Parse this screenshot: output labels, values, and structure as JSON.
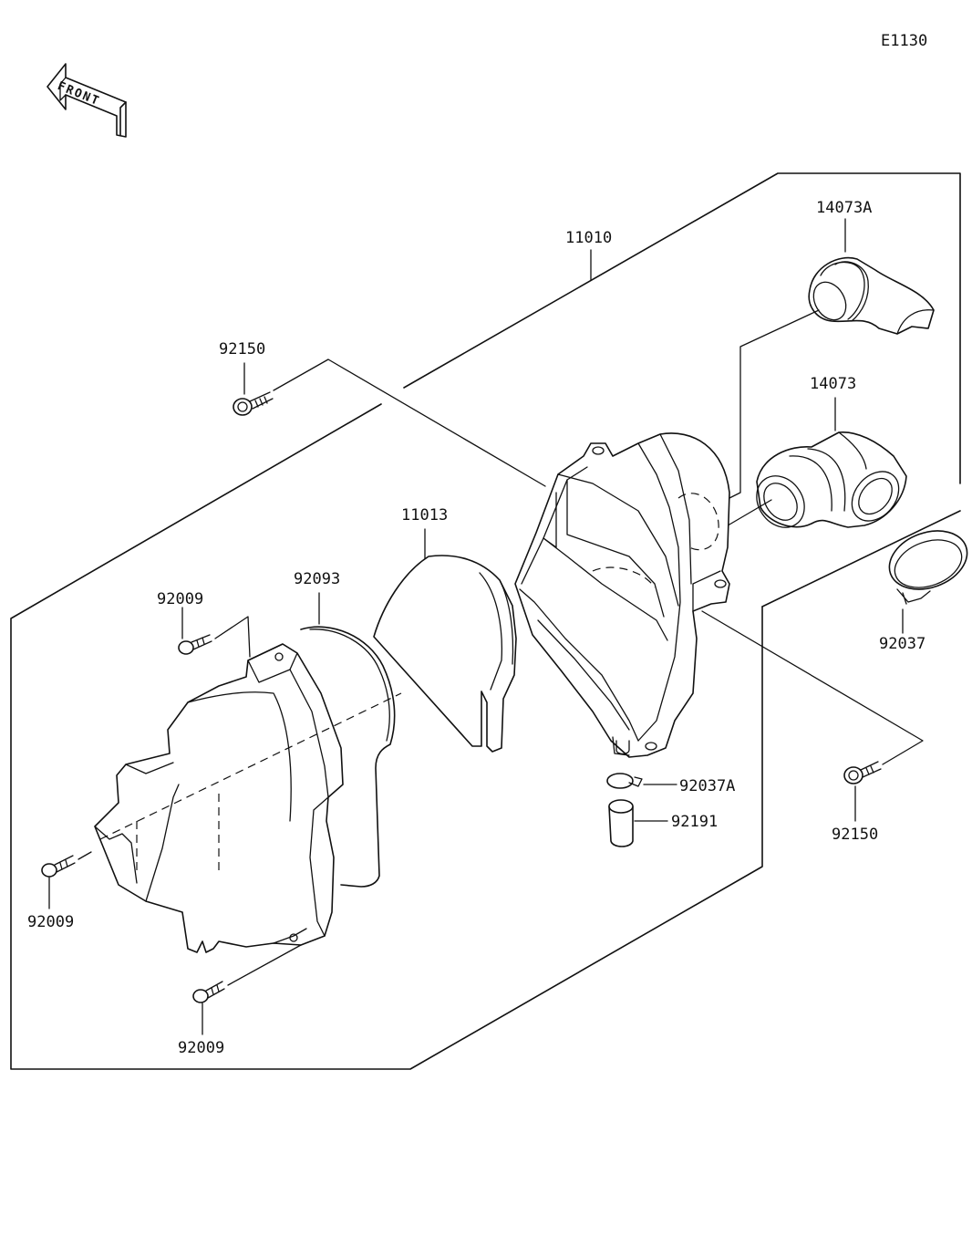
{
  "diagram": {
    "code": "E1130",
    "front_arrow_text": "FRONT",
    "labels": {
      "assy": "11010",
      "elbow_small": "14073A",
      "elbow_large": "14073",
      "bolt_top": "92150",
      "bolt_right": "92150",
      "filter_element": "11013",
      "seal_gasket": "92093",
      "screw_upper": "92009",
      "screw_left": "92009",
      "screw_bottom": "92009",
      "clamp": "92037",
      "clip": "92037A",
      "cap": "92191"
    }
  }
}
